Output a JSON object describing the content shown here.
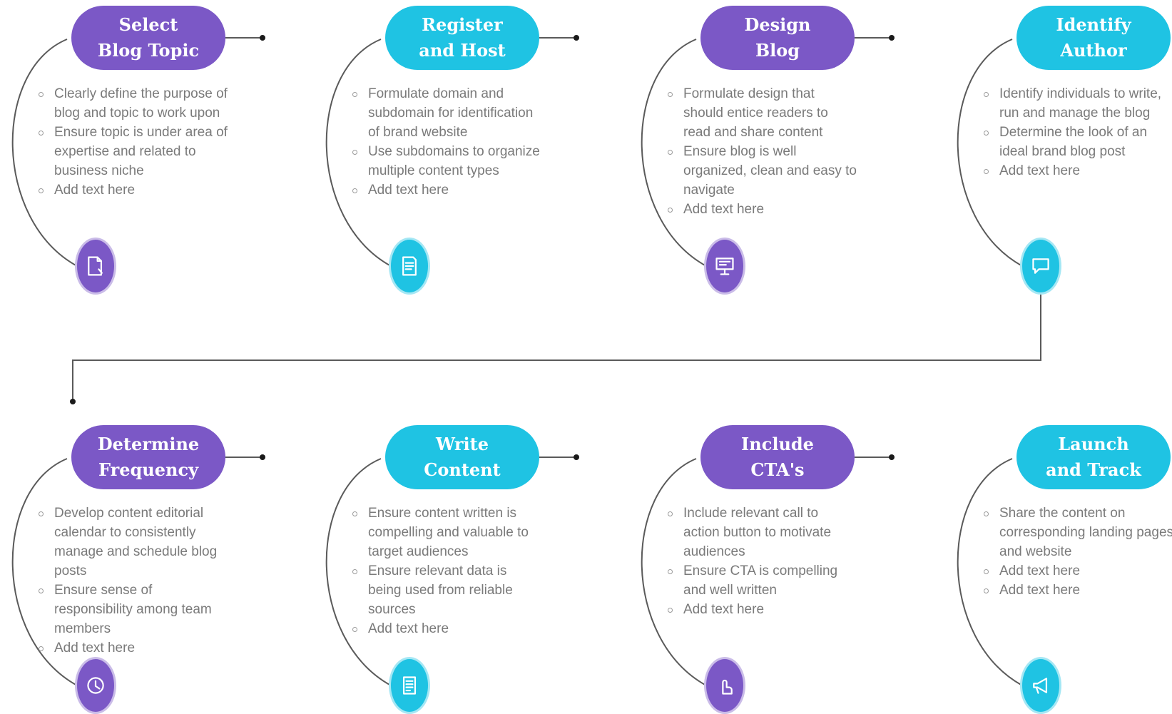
{
  "colors": {
    "purple": "#7b58c6",
    "cyan": "#1fc3e3",
    "connector": "#5a5a5a",
    "bullet_text": "#7a7a7a"
  },
  "steps": [
    {
      "title": "Select\nBlog Topic",
      "color": "purple",
      "icon": "document-search-icon",
      "bullets": [
        "Clearly define the purpose of blog and topic to work upon",
        "Ensure topic is under area of expertise and related to business niche",
        "Add text here"
      ]
    },
    {
      "title": "Register\nand Host",
      "color": "cyan",
      "icon": "document-icon",
      "bullets": [
        "Formulate domain and subdomain for identification of brand website",
        "Use subdomains to organize multiple content types",
        "Add text here"
      ]
    },
    {
      "title": "Design\nBlog",
      "color": "purple",
      "icon": "presentation-board-icon",
      "bullets": [
        "Formulate design that should entice readers to read and share content",
        "Ensure blog is well organized, clean and easy to navigate",
        "Add text here"
      ]
    },
    {
      "title": "Identify\nAuthor",
      "color": "cyan",
      "icon": "chat-bubble-icon",
      "bullets": [
        "Identify individuals to write, run and manage the blog",
        "Determine the look of an ideal brand blog post",
        "Add text here"
      ]
    },
    {
      "title": "Determine\nFrequency",
      "color": "purple",
      "icon": "clock-icon",
      "bullets": [
        "Develop content editorial calendar to consistently manage and schedule blog posts",
        "Ensure sense of responsibility among team members",
        "Add text here"
      ]
    },
    {
      "title": "Write\nContent",
      "color": "cyan",
      "icon": "notepad-icon",
      "bullets": [
        "Ensure content written is compelling and valuable to target audiences",
        "Ensure relevant data is being used from reliable sources",
        "Add text here"
      ]
    },
    {
      "title": "Include\nCTA's",
      "color": "purple",
      "icon": "pointer-hand-icon",
      "bullets": [
        "Include relevant call to action button to motivate audiences",
        "Ensure CTA is compelling and well written",
        "Add text here"
      ]
    },
    {
      "title": "Launch\nand Track",
      "color": "cyan",
      "icon": "megaphone-icon",
      "bullets": [
        "Share the content on corresponding landing pages and website",
        "Add text here",
        "Add text here"
      ]
    }
  ]
}
